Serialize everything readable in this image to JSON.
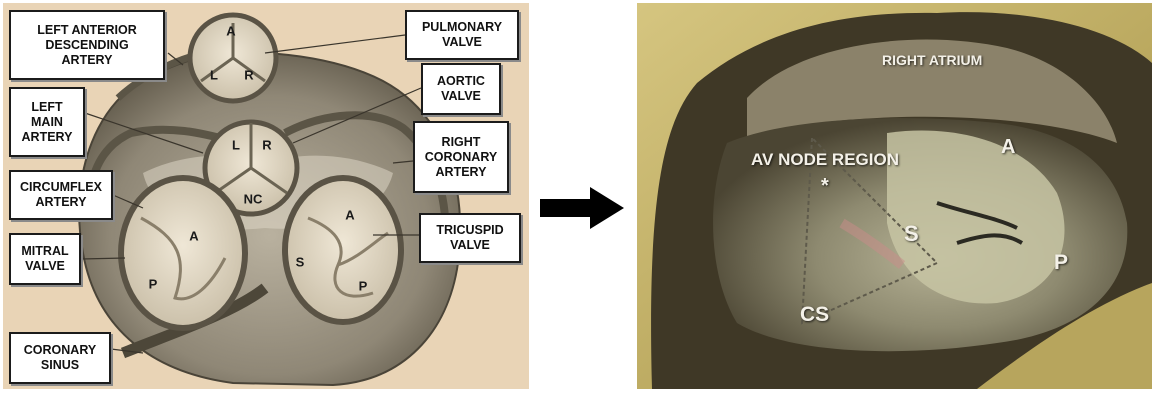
{
  "left_diagram": {
    "callouts": {
      "lad": "LEFT ANTERIOR\nDESCENDING\nARTERY",
      "left_main": "LEFT\nMAIN\nARTERY",
      "circumflex": "CIRCUMFLEX\nARTERY",
      "mitral": "MITRAL\nVALVE",
      "coronary_sinus": "CORONARY\nSINUS",
      "pulmonary": "PULMONARY\nVALVE",
      "aortic": "AORTIC\nVALVE",
      "rca": "RIGHT\nCORONARY\nARTERY",
      "tricuspid": "TRICUSPID\nVALVE"
    },
    "leaflets": {
      "pulm_a": "A",
      "pulm_l": "L",
      "pulm_r": "R",
      "aortic_l": "L",
      "aortic_r": "R",
      "aortic_nc": "NC",
      "mitral_a": "A",
      "mitral_p": "P",
      "tric_a": "A",
      "tric_s": "S",
      "tric_p": "P"
    }
  },
  "right_photo": {
    "labels": {
      "right_atrium": "RIGHT ATRIUM",
      "av_node": "AV NODE REGION",
      "asterisk": "*",
      "a": "A",
      "s": "S",
      "p": "P",
      "cs": "CS"
    }
  }
}
